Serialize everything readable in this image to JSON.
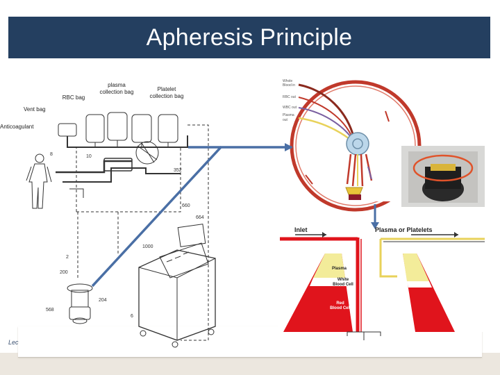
{
  "slide": {
    "title": "Apheresis Principle",
    "footer_text": "Lec"
  },
  "left_diagram": {
    "labels": {
      "plasma_bag": "plasma\ncollection bag",
      "rbc_bag": "RBC bag",
      "platelet_bag": "Platelet\ncollection bag",
      "vent_bag": "Vent bag",
      "anticoagulant": "Anticoagulant"
    },
    "callouts": [
      "10",
      "8",
      "352",
      "660",
      "664",
      "1000",
      "2",
      "200",
      "204",
      "568",
      "6"
    ]
  },
  "rotor_diagram": {
    "legend": [
      "Whole\nBlood in",
      "RBC out",
      "WBC out",
      "Plasma\nout"
    ],
    "colors": {
      "whole_blood": "#8b2a1e",
      "rbc": "#c0392b",
      "wbc": "#7a5fa0",
      "plasma": "#e8d25a"
    }
  },
  "separation_diagram": {
    "inlet_label": "Inlet",
    "outlet_label": "Plasma or Platelets",
    "layer_labels": [
      "Plasma",
      "White\nBlood Cell",
      "Red\nBlood Cell"
    ],
    "colors": {
      "red": "#e0141c",
      "plasma": "#f3ec9a",
      "wbc": "#ffffff"
    }
  }
}
